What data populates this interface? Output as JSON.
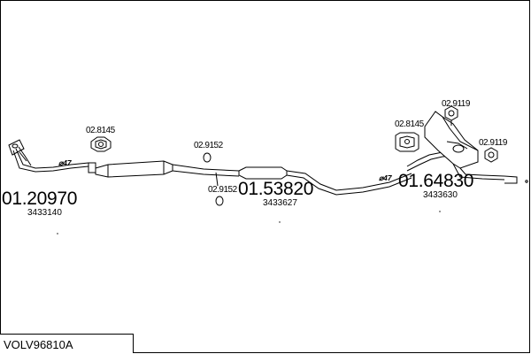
{
  "vehicle_code": "VOLV96810A",
  "parts": [
    {
      "id": "front",
      "number": "01.20970",
      "oe": "3433140"
    },
    {
      "id": "middle",
      "number": "01.53820",
      "oe": "3433627"
    },
    {
      "id": "rear",
      "number": "01.64830",
      "oe": "3433630"
    }
  ],
  "accessories": [
    {
      "id": "hanger-front",
      "ref": "02.8145"
    },
    {
      "id": "ring-upper",
      "ref": "02.9152"
    },
    {
      "id": "ring-lower",
      "ref": "02.9152"
    },
    {
      "id": "hanger-rear",
      "ref": "02.8145"
    },
    {
      "id": "hanger-rear-top",
      "ref": "02.9119"
    },
    {
      "id": "hanger-rear-right",
      "ref": "02.9119"
    }
  ],
  "pipe_diameters": [
    {
      "id": "front",
      "value": "⌀47"
    },
    {
      "id": "rear",
      "value": "⌀47"
    }
  ],
  "colors": {
    "line": "#000000",
    "background": "#ffffff"
  }
}
